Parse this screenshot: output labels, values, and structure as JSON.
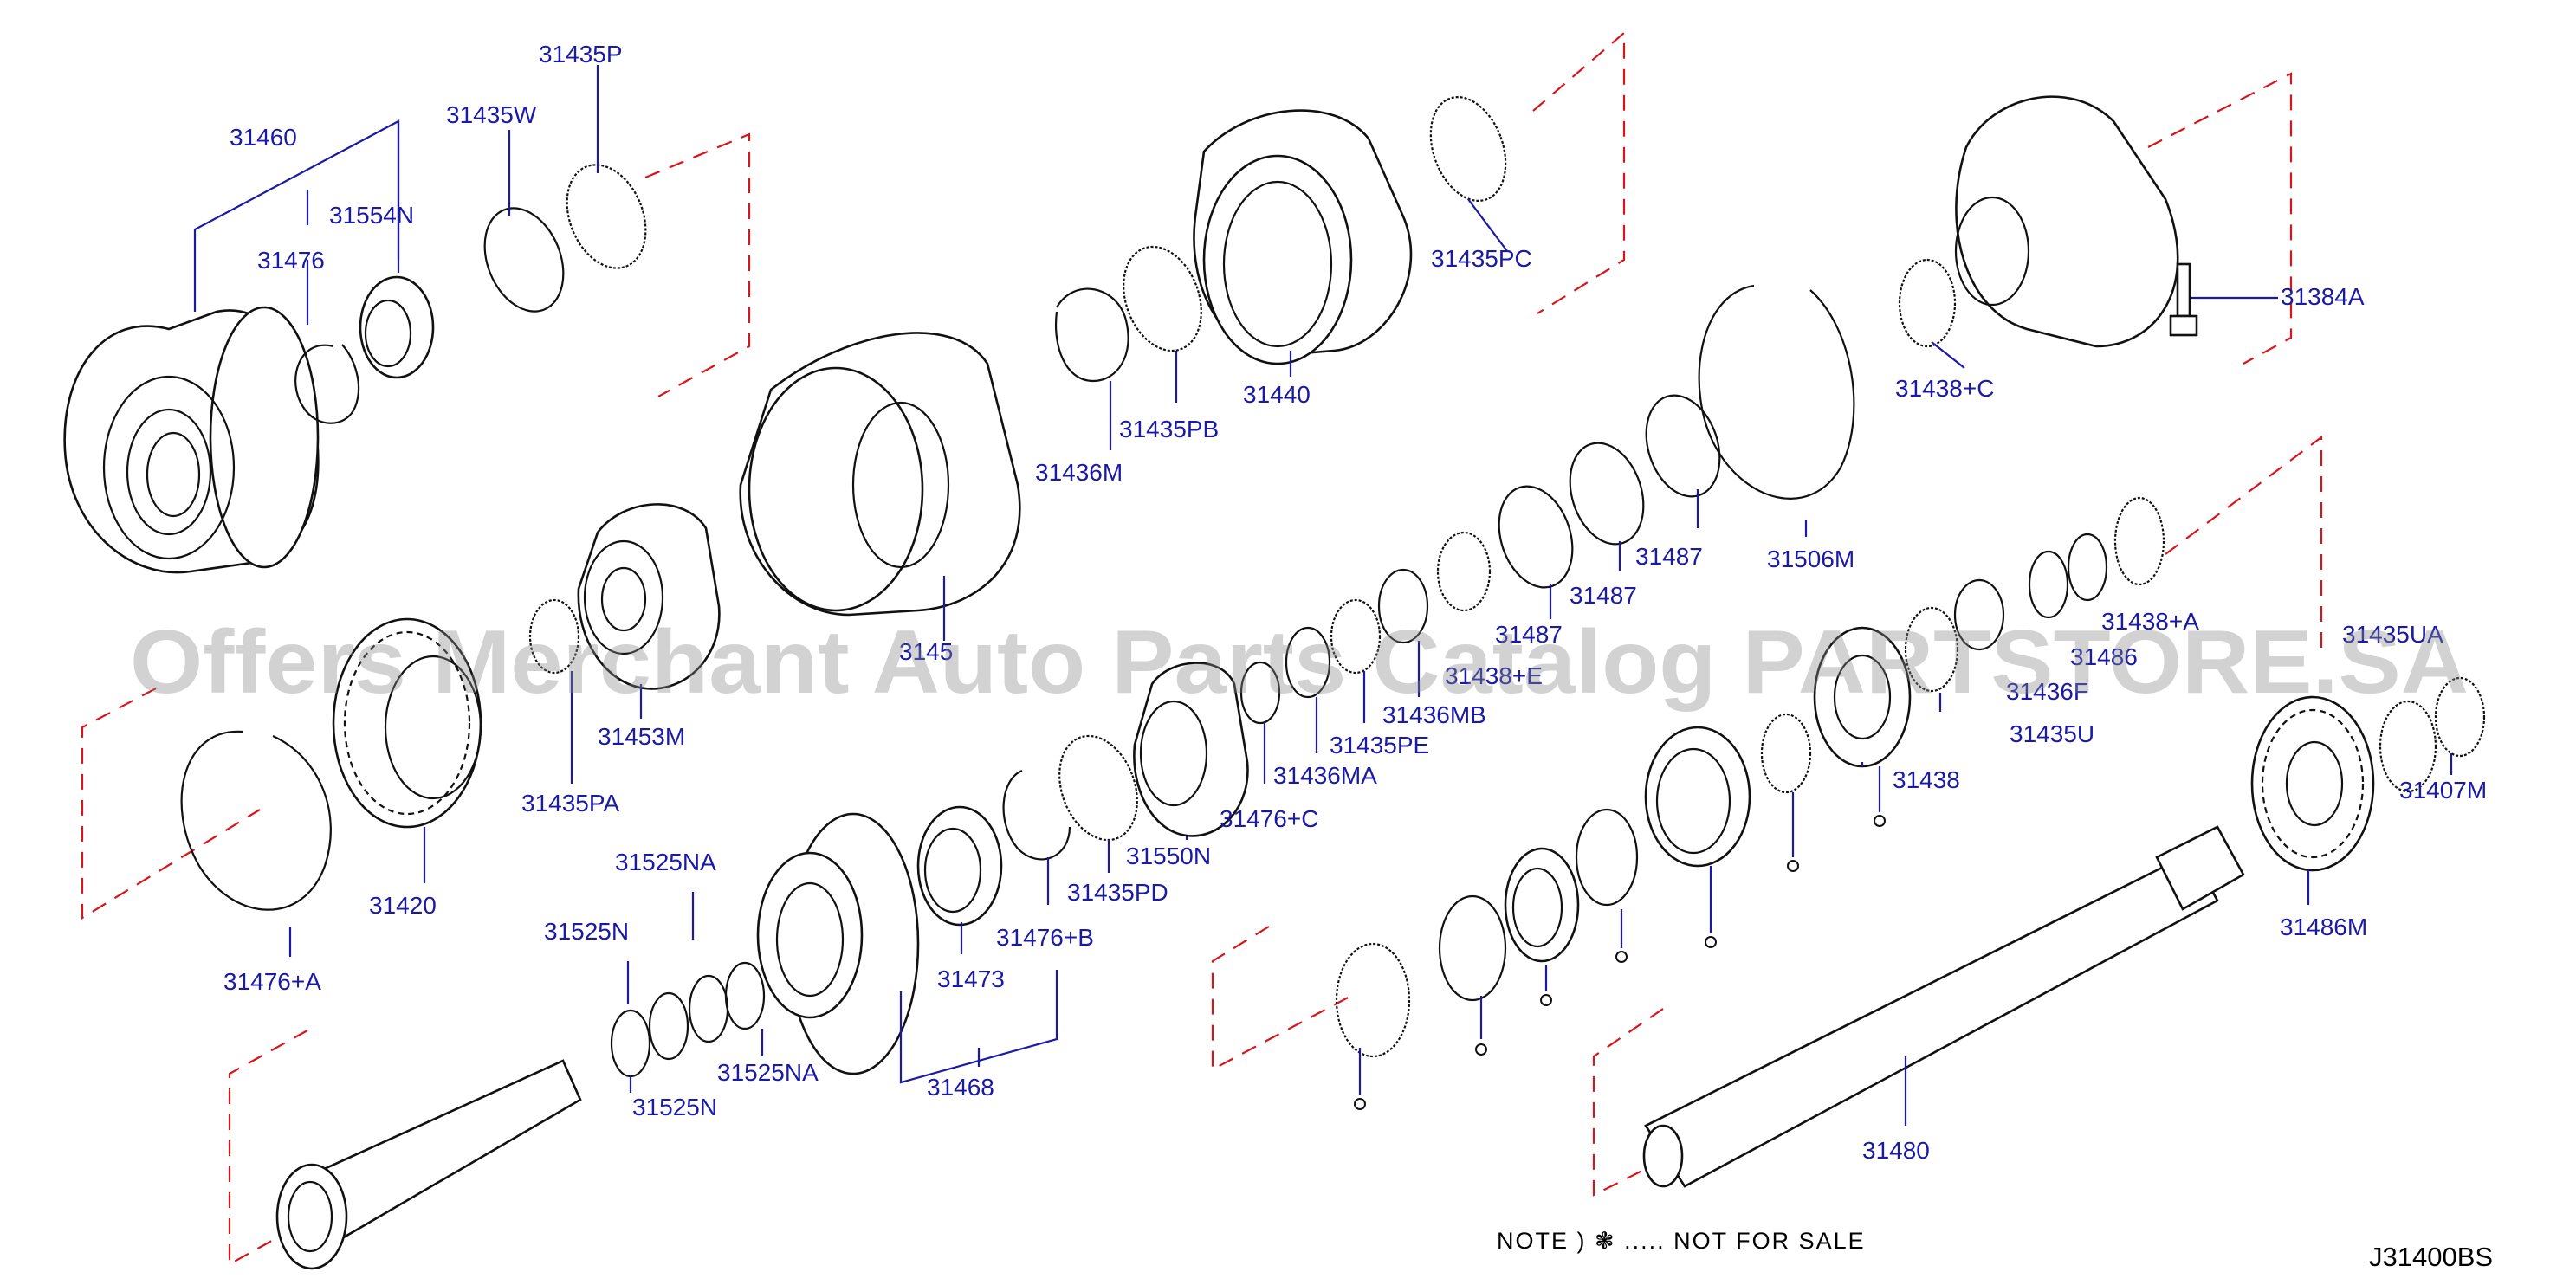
{
  "diagram": {
    "labels": {
      "p31460": "31460",
      "p31435P": "31435P",
      "p31435W": "31435W",
      "p31554N": "31554N",
      "p31476": "31476",
      "p31435PC": "31435PC",
      "p31440": "31440",
      "p31435PB": "31435PB",
      "p31436M": "31436M",
      "p31384A": "31384A",
      "p31438C": "31438+C",
      "p31506M": "31506M",
      "p31487a": "31487",
      "p31487b": "31487",
      "p31487c": "31487",
      "p31438A": "31438+A",
      "p31451": "3145",
      "p31453M": "31453M",
      "p31435PA": "31435PA",
      "p31420": "31420",
      "p31476A": "31476+A",
      "p31438E": "31438+E",
      "p31436MB": "31436MB",
      "p31435PE": "31435PE",
      "p31436MA": "31436MA",
      "p31476C": "31476+C",
      "p31550N": "31550N",
      "p31435PD": "31435PD",
      "p31476B": "31476+B",
      "p31473": "31473",
      "p31468": "31468",
      "p31525NA_top": "31525NA",
      "p31525N_top": "31525N",
      "p31525N_bot": "31525N",
      "p31525NA_bot": "31525NA",
      "p31438": "31438",
      "p31435U": "31435U",
      "p31436F": "31436F",
      "p31486": "31486",
      "p31435UA": "31435UA",
      "p31407M": "31407M",
      "p31486M": "31486M",
      "p31480": "31480"
    },
    "note_text": "NOTE  )  ❃ ..... NOT   FOR   SALE",
    "diagram_code": "J31400BS",
    "watermark": "Offers Merchant Auto Parts Catalog PARTSTORE.SA"
  },
  "colors": {
    "label": "#1a1aa6",
    "dashed_guide": "#d9141b",
    "outline": "#111111",
    "watermark": "#8a8a8a"
  }
}
